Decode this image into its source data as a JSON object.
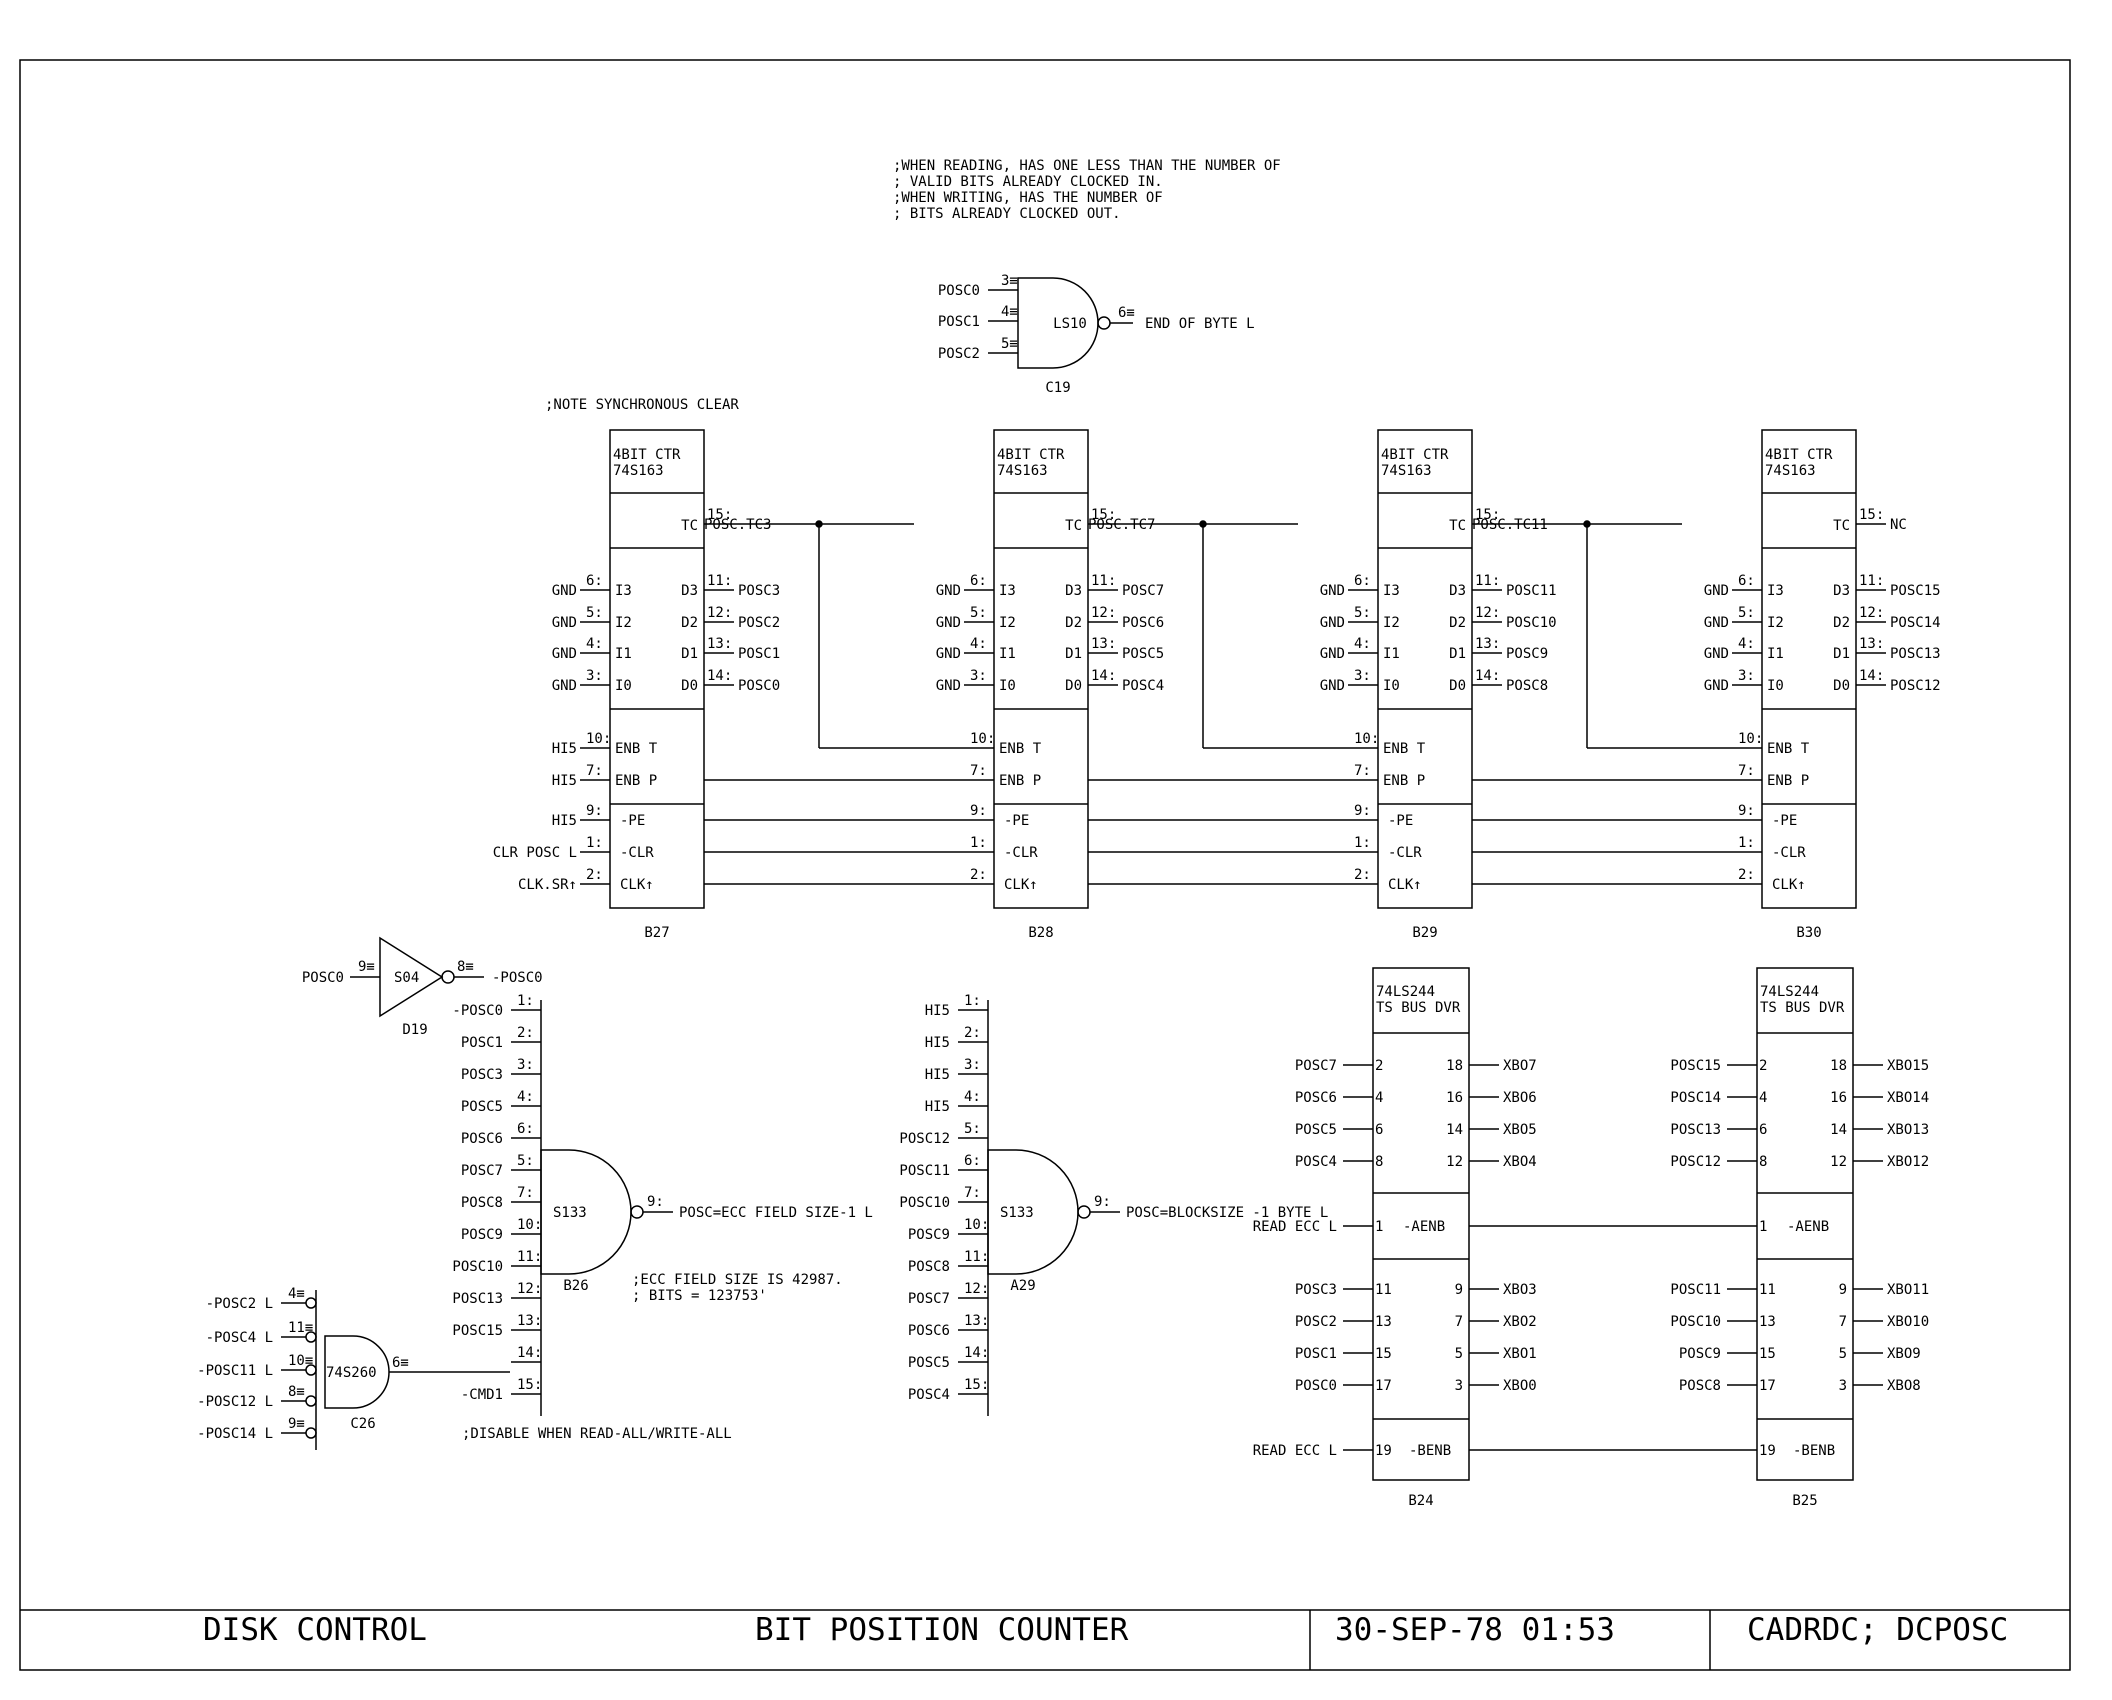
{
  "notes": {
    "reading": [
      ";WHEN READING, HAS ONE LESS THAN THE NUMBER OF",
      ";  VALID BITS ALREADY CLOCKED IN.",
      ";WHEN WRITING, HAS THE NUMBER OF",
      ";  BITS ALREADY CLOCKED OUT."
    ],
    "sync_clear": ";NOTE SYNCHRONOUS CLEAR",
    "ecc_size": [
      ";ECC FIELD SIZE IS 42987.",
      "; BITS = 123753'"
    ],
    "disable": ";DISABLE WHEN READ-ALL/WRITE-ALL"
  },
  "nand_c19": {
    "name": "LS10",
    "ref": "C19",
    "output": "END OF BYTE L",
    "out_pin": "6≡",
    "inputs": [
      {
        "pin": "3≡",
        "sig": "POSC0"
      },
      {
        "pin": "4≡",
        "sig": "POSC1"
      },
      {
        "pin": "5≡",
        "sig": "POSC2"
      }
    ]
  },
  "counter": {
    "title1": "4BIT CTR",
    "title2": "74S163",
    "tc": "TC",
    "tc_pin": "15:",
    "inputs": [
      {
        "pin": "6:",
        "name": "I3"
      },
      {
        "pin": "5:",
        "name": "I2"
      },
      {
        "pin": "4:",
        "name": "I1"
      },
      {
        "pin": "3:",
        "name": "I0"
      }
    ],
    "outputs": [
      {
        "pin": "11:",
        "name": "D3"
      },
      {
        "pin": "12:",
        "name": "D2"
      },
      {
        "pin": "13:",
        "name": "D1"
      },
      {
        "pin": "14:",
        "name": "D0"
      }
    ],
    "enb": [
      {
        "pin": "10:",
        "name": "ENB T"
      },
      {
        "pin": "7:",
        "name": "ENB P"
      }
    ],
    "ctrl": [
      {
        "pin": "9:",
        "name": "-PE"
      },
      {
        "pin": "1:",
        "name": "-CLR"
      },
      {
        "pin": "2:",
        "name": "CLK↑"
      }
    ],
    "gnd": "GND",
    "left_signals": [
      "HI5",
      "HI5",
      "HI5",
      "CLR POSC L",
      "CLK.SR↑"
    ],
    "chips": [
      {
        "ref": "B27",
        "tc_out": "POSC.TC3",
        "outs": [
          "POSC3",
          "POSC2",
          "POSC1",
          "POSC0"
        ]
      },
      {
        "ref": "B28",
        "tc_out": "POSC.TC7",
        "outs": [
          "POSC7",
          "POSC6",
          "POSC5",
          "POSC4"
        ]
      },
      {
        "ref": "B29",
        "tc_out": "POSC.TC11",
        "outs": [
          "POSC11",
          "POSC10",
          "POSC9",
          "POSC8"
        ]
      },
      {
        "ref": "B30",
        "tc_out": "NC",
        "outs": [
          "POSC15",
          "POSC14",
          "POSC13",
          "POSC12"
        ]
      }
    ]
  },
  "inverter": {
    "name": "S04",
    "ref": "D19",
    "in_pin": "9≡",
    "in": "POSC0",
    "out_pin": "8≡",
    "out": "-POSC0"
  },
  "nand_b26": {
    "name": "S133",
    "ref": "B26",
    "out_pin": "9:",
    "output": "POSC=ECC FIELD SIZE-1 L",
    "inputs": [
      {
        "pin": "1:",
        "sig": "-POSC0"
      },
      {
        "pin": "2:",
        "sig": "POSC1"
      },
      {
        "pin": "3:",
        "sig": "POSC3"
      },
      {
        "pin": "4:",
        "sig": "POSC5"
      },
      {
        "pin": "6:",
        "sig": "POSC6"
      },
      {
        "pin": "5:",
        "sig": "POSC7"
      },
      {
        "pin": "7:",
        "sig": "POSC8"
      },
      {
        "pin": "10:",
        "sig": "POSC9"
      },
      {
        "pin": "11:",
        "sig": "POSC10"
      },
      {
        "pin": "12:",
        "sig": "POSC13"
      },
      {
        "pin": "13:",
        "sig": "POSC15"
      },
      {
        "pin": "14:",
        "sig": ""
      },
      {
        "pin": "15:",
        "sig": "-CMD1"
      }
    ]
  },
  "nand_a29": {
    "name": "S133",
    "ref": "A29",
    "out_pin": "9:",
    "output": "POSC=BLOCKSIZE -1 BYTE L",
    "inputs": [
      {
        "pin": "1:",
        "sig": "HI5"
      },
      {
        "pin": "2:",
        "sig": "HI5"
      },
      {
        "pin": "3:",
        "sig": "HI5"
      },
      {
        "pin": "4:",
        "sig": "HI5"
      },
      {
        "pin": "5:",
        "sig": "POSC12"
      },
      {
        "pin": "6:",
        "sig": "POSC11"
      },
      {
        "pin": "7:",
        "sig": "POSC10"
      },
      {
        "pin": "10:",
        "sig": "POSC9"
      },
      {
        "pin": "11:",
        "sig": "POSC8"
      },
      {
        "pin": "12:",
        "sig": "POSC7"
      },
      {
        "pin": "13:",
        "sig": "POSC6"
      },
      {
        "pin": "14:",
        "sig": "POSC5"
      },
      {
        "pin": "15:",
        "sig": "POSC4"
      }
    ]
  },
  "nor_c26": {
    "name": "74S260",
    "ref": "C26",
    "out_pin": "6≡",
    "inputs": [
      {
        "pin": "4≡",
        "sig": "-POSC2 L"
      },
      {
        "pin": "11≡",
        "sig": "-POSC4 L"
      },
      {
        "pin": "10≡",
        "sig": "-POSC11 L"
      },
      {
        "pin": "8≡",
        "sig": "-POSC12 L"
      },
      {
        "pin": "9≡",
        "sig": "-POSC14 L"
      }
    ]
  },
  "drivers": {
    "title1": "74LS244",
    "title2": "TS BUS DVR",
    "aenb": "-AENB",
    "benb": "-BENB",
    "enb_sig": "READ ECC L",
    "aenb_pin": "1",
    "benb_pin": "19",
    "pins_in_a": [
      "2",
      "4",
      "6",
      "8"
    ],
    "pins_out_a": [
      "18",
      "16",
      "14",
      "12"
    ],
    "pins_in_b": [
      "11",
      "13",
      "15",
      "17"
    ],
    "pins_out_b": [
      "9",
      "7",
      "5",
      "3"
    ],
    "chips": [
      {
        "ref": "B24",
        "in_a": [
          "POSC7",
          "POSC6",
          "POSC5",
          "POSC4"
        ],
        "out_a": [
          "XBO7",
          "XBO6",
          "XBO5",
          "XBO4"
        ],
        "in_b": [
          "POSC3",
          "POSC2",
          "POSC1",
          "POSC0"
        ],
        "out_b": [
          "XBO3",
          "XBO2",
          "XBO1",
          "XBO0"
        ]
      },
      {
        "ref": "B25",
        "in_a": [
          "POSC15",
          "POSC14",
          "POSC13",
          "POSC12"
        ],
        "out_a": [
          "XBO15",
          "XBO14",
          "XBO13",
          "XBO12"
        ],
        "in_b": [
          "POSC11",
          "POSC10",
          "POSC9",
          "POSC8"
        ],
        "out_b": [
          "XBO11",
          "XBO10",
          "XBO9",
          "XBO8"
        ]
      }
    ]
  },
  "title_block": {
    "project": "DISK CONTROL",
    "sheet_title": "BIT POSITION COUNTER",
    "date": "30-SEP-78 01:53",
    "file": "CADRDC; DCPOSC"
  }
}
